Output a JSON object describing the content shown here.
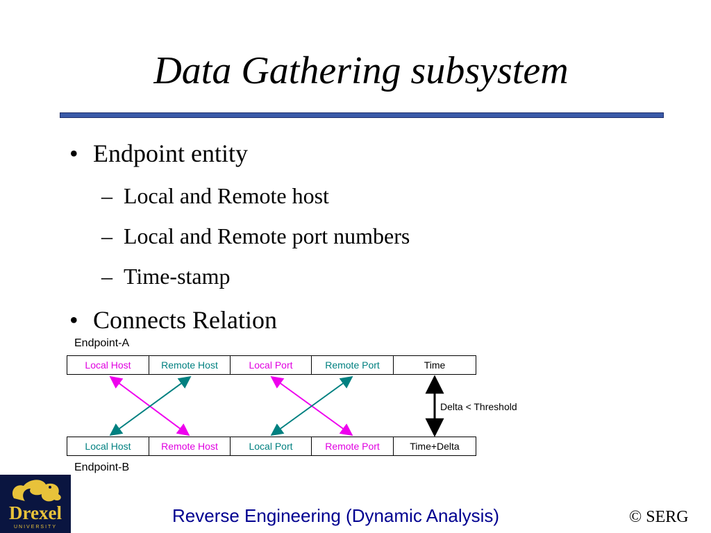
{
  "slide": {
    "title": "Data Gathering subsystem",
    "bullets": [
      {
        "text": "Endpoint entity",
        "subs": [
          "Local and Remote host",
          "Local and Remote port numbers",
          "Time-stamp"
        ]
      },
      {
        "text": "Connects Relation"
      }
    ],
    "bullet_symbol": "•",
    "dash_symbol": "–"
  },
  "diagram": {
    "endpoint_a_label": "Endpoint-A",
    "endpoint_b_label": "Endpoint-B",
    "row_a": [
      {
        "label": "Local Host",
        "color": "#e000e0"
      },
      {
        "label": "Remote Host",
        "color": "#008080"
      },
      {
        "label": "Local Port",
        "color": "#e000e0"
      },
      {
        "label": "Remote Port",
        "color": "#008080"
      },
      {
        "label": "Time",
        "color": "#000000"
      }
    ],
    "row_b": [
      {
        "label": "Local Host",
        "color": "#008080"
      },
      {
        "label": "Remote Host",
        "color": "#e000e0"
      },
      {
        "label": "Local Port",
        "color": "#008080"
      },
      {
        "label": "Remote Port",
        "color": "#e000e0"
      },
      {
        "label": "Time+Delta",
        "color": "#000000"
      }
    ],
    "delta_label": "Delta < Threshold",
    "arrow_colors": {
      "magenta": "#ee00ee",
      "teal": "#008080",
      "black": "#000000"
    }
  },
  "footer": {
    "text": "Reverse Engineering (Dynamic Analysis)",
    "copyright": "© SERG",
    "logo_text": "Drexel",
    "logo_subtext": "UNIVERSITY"
  }
}
